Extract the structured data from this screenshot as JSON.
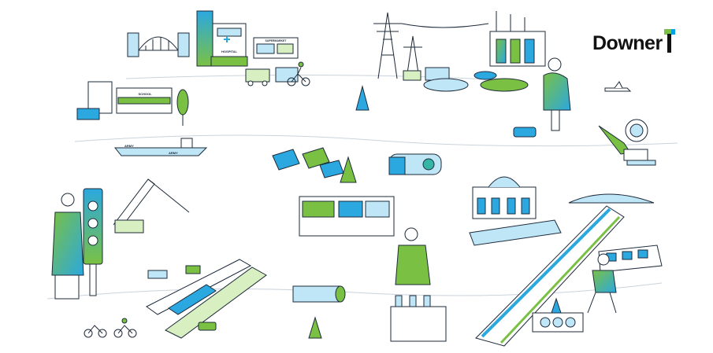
{
  "brand": {
    "name": "Downer",
    "colors": {
      "text": "#111111",
      "green": "#7ac143",
      "blue": "#00a3e0"
    }
  },
  "palette": {
    "green": "#7ac143",
    "blue": "#2ba8e0",
    "teal": "#34b6a6",
    "lightblue": "#bfe6f7",
    "lightgreen": "#d8efc2",
    "line": "#1d2a3a"
  },
  "signs": {
    "hospital": "HOSPITAL",
    "school": "SCHOOL",
    "shop_top": "SUPERMARKET",
    "army_left": "ARMY",
    "army_right": "ARMY"
  },
  "illustration": {
    "icons": [
      "harbour-bridge-icon",
      "hospital-icon",
      "school-icon",
      "power-pylon-icon",
      "wind-farm-icon",
      "water-treatment-icon",
      "crane-icon",
      "solar-panel-icon",
      "tram-icon",
      "train-icon",
      "traffic-light-icon",
      "tree-icon",
      "cyclist-icon",
      "worker-icon",
      "station-building-icon",
      "mountain-icon",
      "bus-icon",
      "car-icon",
      "aircraft-icon",
      "cable-drum-icon",
      "excavator-icon",
      "ship-icon"
    ]
  }
}
